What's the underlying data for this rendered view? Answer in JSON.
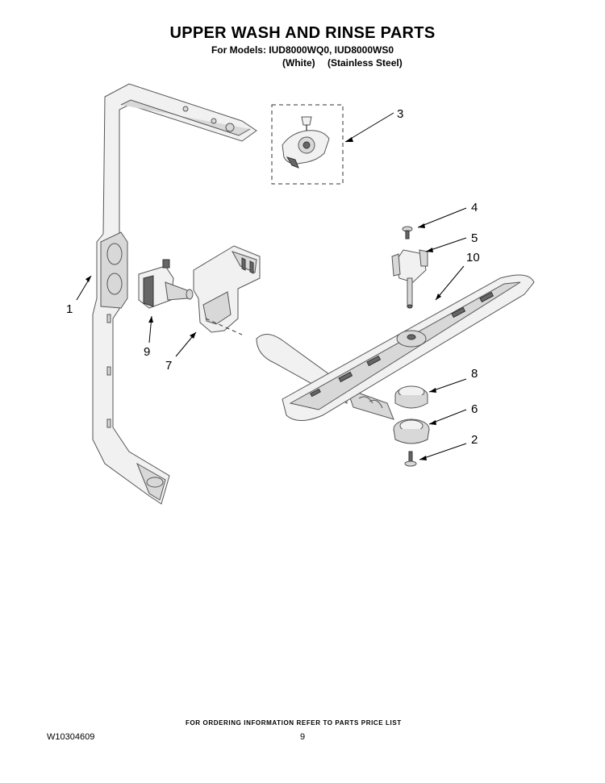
{
  "header": {
    "title": "UPPER WASH AND RINSE PARTS",
    "models_line": "For Models: IUD8000WQ0, IUD8000WS0",
    "variant_white": "(White)",
    "variant_stainless": "(Stainless Steel)"
  },
  "callouts": {
    "c1": "1",
    "c2": "2",
    "c3": "3",
    "c4": "4",
    "c5": "5",
    "c6": "6",
    "c7": "7",
    "c8": "8",
    "c9": "9",
    "c10": "10"
  },
  "footer": {
    "order_note": "FOR ORDERING INFORMATION REFER TO PARTS PRICE LIST",
    "doc_number": "W10304609",
    "page_number": "9"
  }
}
